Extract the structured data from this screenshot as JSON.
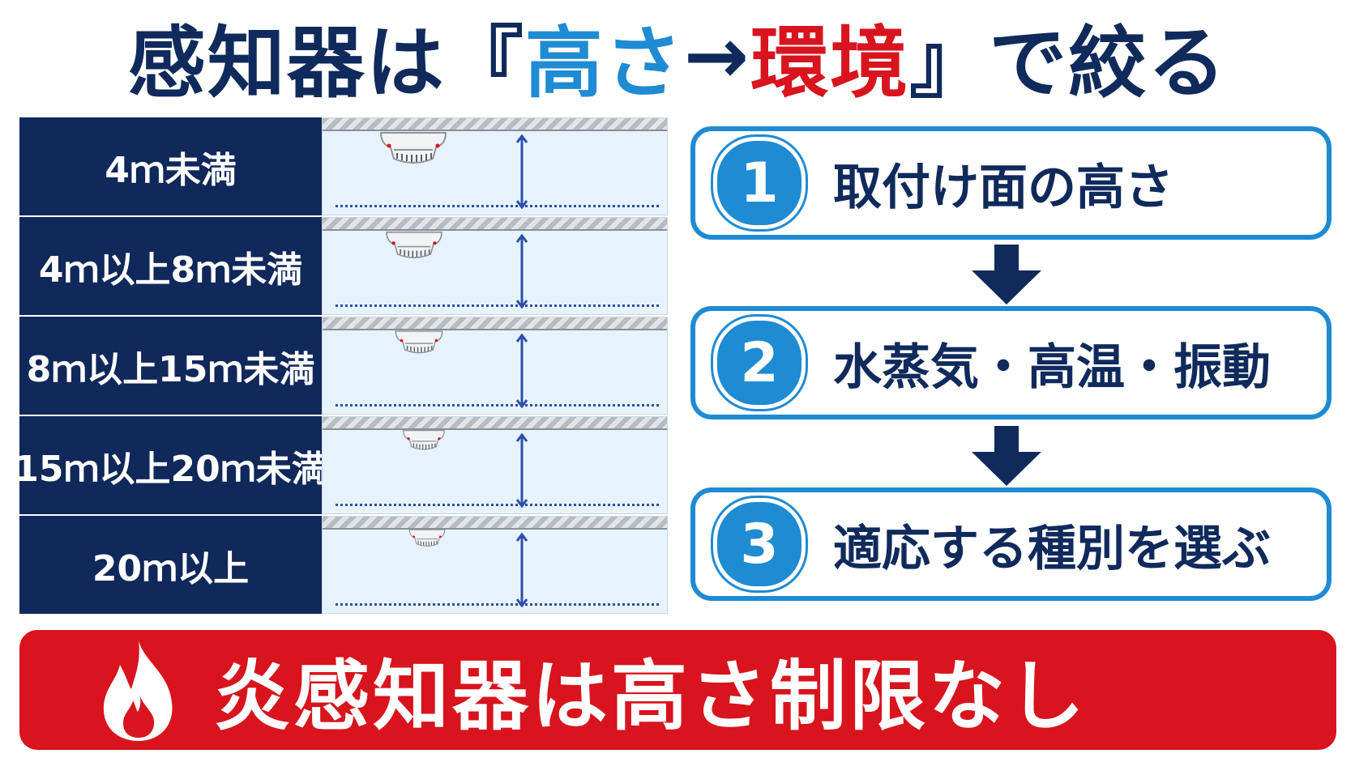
{
  "title": {
    "prefix": "感知器は『",
    "height": "高さ",
    "arrow": "→",
    "environment": "環境",
    "suffix": "』で絞る"
  },
  "height_table": {
    "rows": [
      {
        "label": "4ｍ未満"
      },
      {
        "label": "4ｍ以上8ｍ未満"
      },
      {
        "label": "8ｍ以上15ｍ未満"
      },
      {
        "label": "15ｍ以上20ｍ未満"
      },
      {
        "label": "20ｍ以上"
      }
    ]
  },
  "steps": [
    {
      "number": "1",
      "text": "取付け面の高さ"
    },
    {
      "number": "2",
      "text": "水蒸気・高温・振動"
    },
    {
      "number": "3",
      "text": "適応する種別を選ぶ"
    }
  ],
  "banner": {
    "icon": "flame-icon",
    "text": "炎感知器は高さ制限なし"
  },
  "colors": {
    "navy": "#102a5c",
    "blue": "#1e8bd3",
    "red": "#d8141e",
    "label_bg": "#10285a",
    "scene_bg": "#e6f3fc"
  }
}
